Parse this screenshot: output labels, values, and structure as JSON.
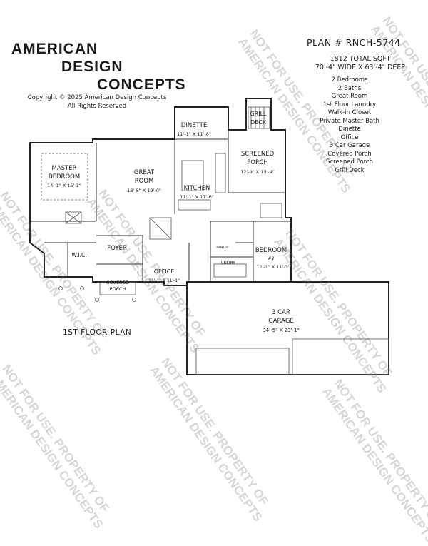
{
  "brand": {
    "line1": "AMERICAN",
    "line2": "DESIGN",
    "line3": "CONCEPTS",
    "copyright_line1": "Copyright © 2025 American Design Concepts",
    "copyright_line2": "All Rights Reserved"
  },
  "plan": {
    "number": "PLAN # RNCH-5744",
    "sqft": "1812 TOTAL SQFT",
    "dimensions": "70'-4\" WIDE X 63'-4\" DEEP",
    "features": [
      "2 Bedrooms",
      "2 Baths",
      "Great Room",
      "1st Floor Laundry",
      "Walk-in Closet",
      "Private Master Bath",
      "Dinette",
      "Office",
      "3 Car Garage",
      "Covered Porch",
      "Screened Porch",
      "Grill Deck"
    ],
    "floor_label": "1ST FLOOR PLAN"
  },
  "rooms": {
    "master": {
      "name1": "MASTER",
      "name2": "BEDROOM",
      "dims": "14'-1\" X 15'-1\""
    },
    "great": {
      "name1": "GREAT",
      "name2": "ROOM",
      "dims": "18'-8\" X 19'-0\""
    },
    "dinette": {
      "name": "DINETTE",
      "dims": "11'-1\" X 11'-8\""
    },
    "kitchen": {
      "name": "KITCHEN",
      "dims": "11'-1\" X 11'-6\""
    },
    "grill": {
      "name1": "GRILL",
      "name2": "DECK"
    },
    "screened": {
      "name1": "SCREENED",
      "name2": "PORCH",
      "dims": "12'-9\" X 13'-9\""
    },
    "wic": {
      "name": "W.I.C."
    },
    "foyer": {
      "name": "FOYER"
    },
    "office": {
      "name": "OFFICE",
      "dims": "11'-1\" X 11'-1\""
    },
    "covered": {
      "name1": "COVERED",
      "name2": "PORCH"
    },
    "pantry": {
      "name": "PANTRY"
    },
    "laundry": {
      "name": "LNDRY"
    },
    "bedroom2": {
      "name": "BEDROOM",
      "num": "#2",
      "dims": "12'-1\" X 11'-3\""
    },
    "garage": {
      "name1": "3 CAR",
      "name2": "GARAGE",
      "dims": "34'-5\" X 23'-1\""
    }
  },
  "watermarks": [
    {
      "line1": "NOT FOR USE. PROPERTY OF",
      "line2": "AMERICAN DESIGN CONCEPTS"
    },
    {
      "line1": "NOT FOR USE. PROPERTY OF",
      "line2": "AMERICAN DESIGN CONCEPTS"
    },
    {
      "line1": "NOT FOR USE. PROPERTY OF",
      "line2": "AMERICAN DESIGN CONCEPTS"
    },
    {
      "line1": "NOT FOR USE. PROPERTY OF",
      "line2": "AMERICAN DESIGN CONCEPTS"
    },
    {
      "line1": "NOT FOR USE. PROPERTY OF",
      "line2": "AMERICAN DESIGN CONCEPTS"
    },
    {
      "line1": "NOT FOR USE. PROPERTY OF",
      "line2": "AMERICAN DESIGN CONCEPTS"
    },
    {
      "line1": "NOT FOR USE. PROPERTY OF",
      "line2": "AMERICAN DESIGN CONCEPTS"
    },
    {
      "line1": "NOT FOR USE. PROPERTY OF",
      "line2": "AMERICAN DESIGN CONCEPTS"
    }
  ]
}
